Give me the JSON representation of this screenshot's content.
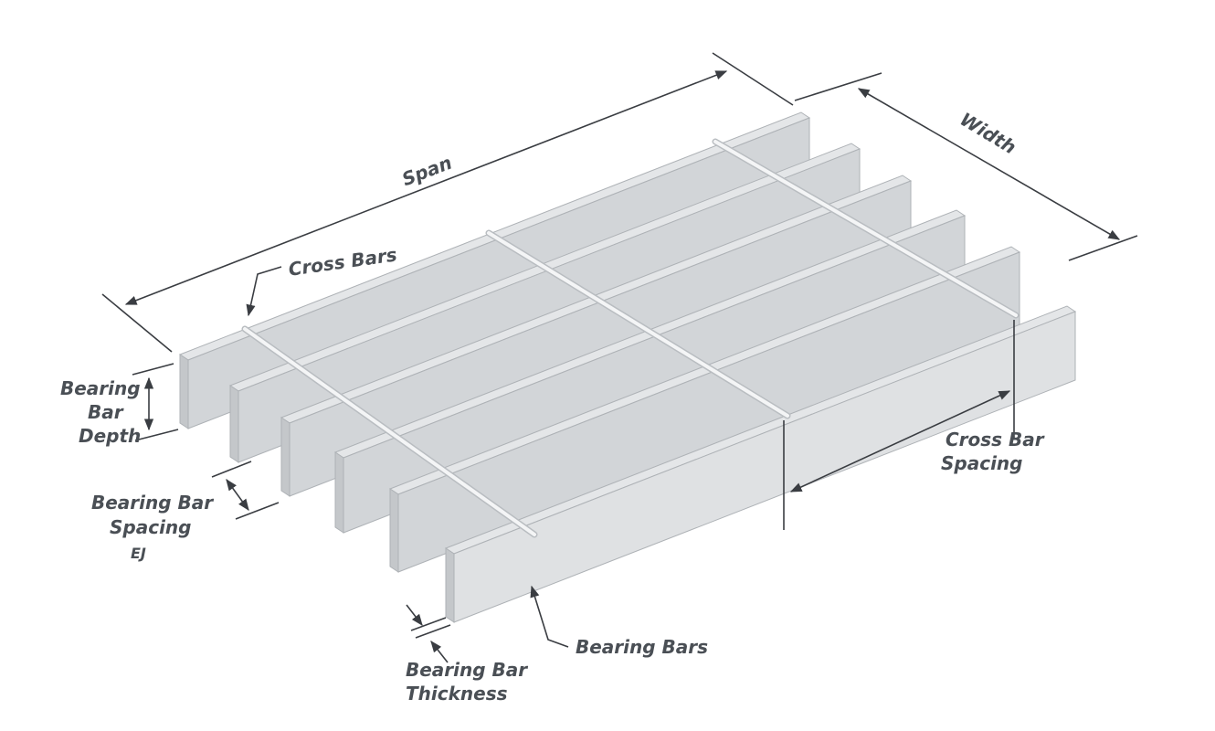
{
  "labels": {
    "span": "Span",
    "width": "Width",
    "cross_bars": "Cross Bars",
    "bearing_bar_depth": [
      "Bearing",
      "Bar",
      "Depth"
    ],
    "bearing_bar_spacing": [
      "Bearing Bar",
      "Spacing",
      "EJ"
    ],
    "cross_bar_spacing": [
      "Cross Bar",
      "Spacing"
    ],
    "bearing_bars": "Bearing Bars",
    "bearing_bar_thickness": [
      "Bearing Bar",
      "Thickness"
    ]
  },
  "colors": {
    "label": "#4a4f55",
    "steel_top": "#e4e6e8",
    "steel_side": "#d2d5d8",
    "steel_end": "#c4c7ca",
    "dimension_line": "#3a3d42"
  },
  "bearing_bar_count": 6,
  "cross_bar_count": 3
}
